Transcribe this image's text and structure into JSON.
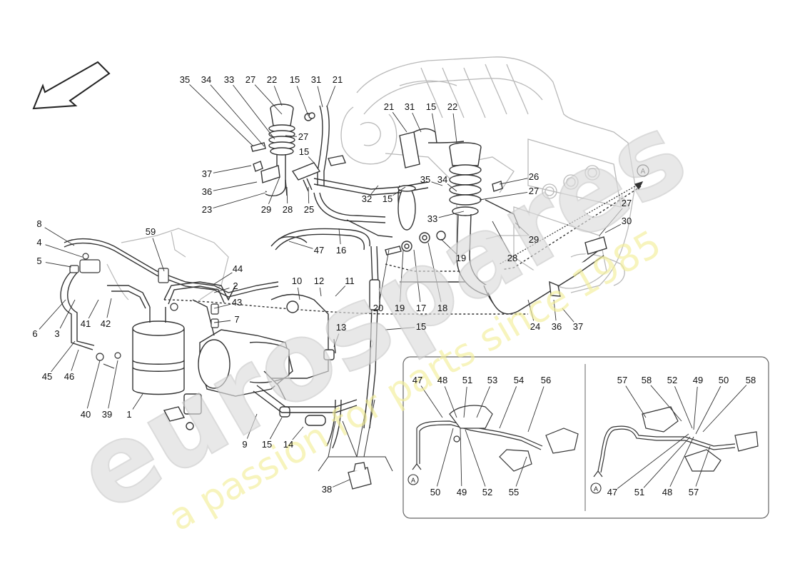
{
  "watermark": {
    "brand": "eurospares",
    "tagline": "a passion for parts since 1985",
    "brand_color": "#dcdcdc",
    "tagline_color": "#f3ef9a"
  },
  "inset_callout": {
    "marker": "A"
  },
  "callouts": [
    "35",
    "34",
    "33",
    "27",
    "22",
    "15",
    "31",
    "21",
    "21",
    "31",
    "15",
    "22",
    "27",
    "15",
    "37",
    "36",
    "23",
    "29",
    "28",
    "25",
    "32",
    "15",
    "35",
    "34",
    "26",
    "27",
    "33",
    "29",
    "28",
    "27",
    "30",
    "8",
    "4",
    "5",
    "59",
    "47",
    "16",
    "44",
    "2",
    "43",
    "7",
    "10",
    "12",
    "11",
    "6",
    "3",
    "41",
    "42",
    "45",
    "46",
    "40",
    "39",
    "1",
    "9",
    "15",
    "14",
    "13",
    "20",
    "19",
    "17",
    "18",
    "19",
    "24",
    "36",
    "37",
    "15",
    "38",
    "47",
    "48",
    "51",
    "53",
    "54",
    "56",
    "50",
    "49",
    "52",
    "55",
    "57",
    "58",
    "52",
    "49",
    "50",
    "58",
    "47",
    "51",
    "48",
    "57"
  ],
  "colors": {
    "line": "#333333",
    "light_line": "#b9b9b9",
    "inset_border": "#666666"
  },
  "icons": [
    "direction-arrow-icon",
    "callout-circle-icon"
  ]
}
